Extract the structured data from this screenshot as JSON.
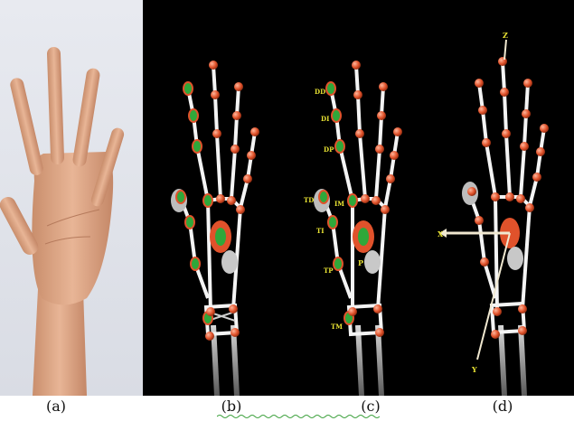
{
  "captions": [
    "(a)",
    "(b)",
    "(c)",
    "(d)"
  ],
  "panel_c_labels": {
    "DD": "DD",
    "DI": "DI",
    "DP": "DP",
    "TD": "TD",
    "TI": "TI",
    "TP": "TP",
    "TM": "TM",
    "IM": "IM",
    "P": "P"
  },
  "axes": {
    "z": "Z",
    "x": "X",
    "y": "Y"
  },
  "colors": {
    "joint_red": "#e0522b",
    "joint_green": "#2fa83a",
    "label_yellow": "#e8e233",
    "bone_white": "#f4f4f4",
    "background_black": "#000000"
  }
}
